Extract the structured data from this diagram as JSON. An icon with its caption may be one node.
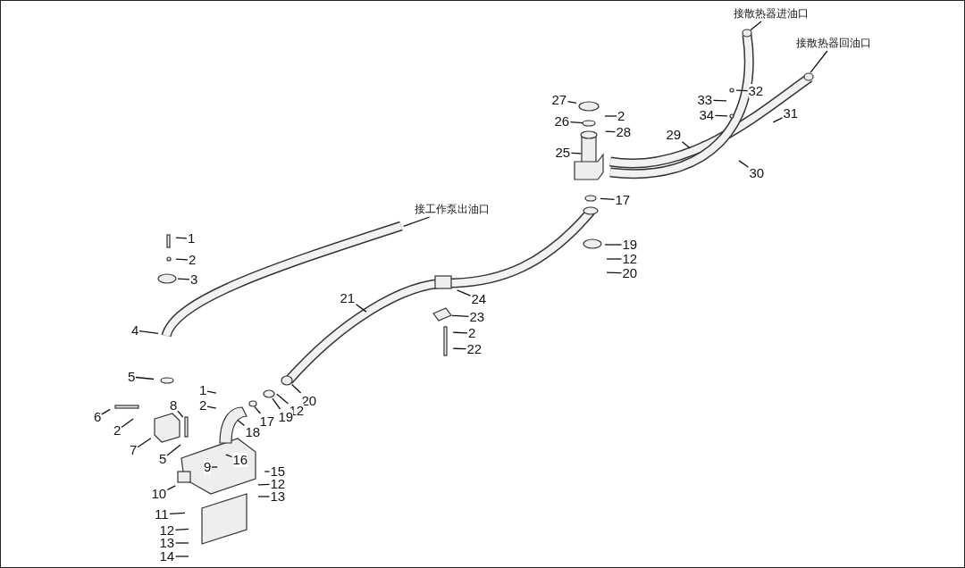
{
  "diagram": {
    "nodes": [
      {
        "text": [
          "接散热器进油口"
        ]
      },
      {
        "text": [
          "接散热器回油口"
        ]
      },
      {
        "text": [
          "32"
        ]
      },
      {
        "text": [
          "27"
        ]
      },
      {
        "text": [
          "33"
        ]
      },
      {
        "text": [
          "2"
        ]
      },
      {
        "text": [
          "26"
        ]
      },
      {
        "text": [
          "34"
        ]
      },
      {
        "text": [
          "31"
        ]
      },
      {
        "text": [
          "28"
        ]
      },
      {
        "text": [
          "29"
        ]
      },
      {
        "text": [
          "25"
        ]
      },
      {
        "text": [
          "30"
        ]
      },
      {
        "text": [
          "17"
        ]
      },
      {
        "text": [
          "接工作泵出油口"
        ]
      },
      {
        "text": [
          "1"
        ]
      },
      {
        "text": [
          "19"
        ]
      },
      {
        "text": [
          "2"
        ]
      },
      {
        "text": [
          "12"
        ]
      },
      {
        "text": [
          "20"
        ]
      },
      {
        "text": [
          "3"
        ]
      },
      {
        "text": [
          "24"
        ]
      },
      {
        "text": [
          "21"
        ]
      },
      {
        "text": [
          "23"
        ]
      },
      {
        "text": [
          "4"
        ]
      },
      {
        "text": [
          "2"
        ]
      },
      {
        "text": [
          "22"
        ]
      },
      {
        "text": [
          "5"
        ]
      },
      {
        "text": [
          "8"
        ]
      },
      {
        "text": [
          "1"
        ]
      },
      {
        "text": [
          "20"
        ]
      },
      {
        "text": [
          "2"
        ]
      },
      {
        "text": [
          "12"
        ]
      },
      {
        "text": [
          "6"
        ]
      },
      {
        "text": [
          "17"
        ]
      },
      {
        "text": [
          "19"
        ]
      },
      {
        "text": [
          "2"
        ]
      },
      {
        "text": [
          "18"
        ]
      },
      {
        "text": [
          "7"
        ]
      },
      {
        "text": [
          "5"
        ]
      },
      {
        "text": [
          "16"
        ]
      },
      {
        "text": [
          "9"
        ]
      },
      {
        "text": [
          "15"
        ]
      },
      {
        "text": [
          "10"
        ]
      },
      {
        "text": [
          "12"
        ]
      },
      {
        "text": [
          "13"
        ]
      },
      {
        "text": [
          "11"
        ]
      },
      {
        "text": [
          "12"
        ]
      },
      {
        "text": [
          "13"
        ]
      },
      {
        "text": [
          "14"
        ]
      }
    ],
    "edges": [
      {
        "from": 0,
        "to": null,
        "arrow": "none"
      },
      {
        "from": 1,
        "to": null,
        "arrow": "none"
      },
      {
        "from": 2,
        "to": null,
        "arrow": "none"
      },
      {
        "from": 3,
        "to": null,
        "arrow": "none"
      },
      {
        "from": 4,
        "to": null,
        "arrow": "none"
      },
      {
        "from": 5,
        "to": null,
        "arrow": "none"
      },
      {
        "from": 6,
        "to": null,
        "arrow": "none"
      },
      {
        "from": 7,
        "to": null,
        "arrow": "none"
      },
      {
        "from": 8,
        "to": null,
        "arrow": "none"
      },
      {
        "from": 9,
        "to": null,
        "arrow": "none"
      },
      {
        "from": 10,
        "to": null,
        "arrow": "none"
      },
      {
        "from": 11,
        "to": null,
        "arrow": "none"
      },
      {
        "from": 12,
        "to": null,
        "arrow": "none"
      },
      {
        "from": 13,
        "to": null,
        "arrow": "none"
      },
      {
        "from": 14,
        "to": null,
        "arrow": "none"
      },
      {
        "from": 15,
        "to": null,
        "arrow": "none"
      },
      {
        "from": 16,
        "to": null,
        "arrow": "none"
      },
      {
        "from": 17,
        "to": null,
        "arrow": "none"
      },
      {
        "from": 18,
        "to": null,
        "arrow": "none"
      },
      {
        "from": 19,
        "to": null,
        "arrow": "none"
      },
      {
        "from": 20,
        "to": null,
        "arrow": "none"
      },
      {
        "from": 21,
        "to": null,
        "arrow": "none"
      },
      {
        "from": 22,
        "to": null,
        "arrow": "none"
      },
      {
        "from": 23,
        "to": null,
        "arrow": "none"
      },
      {
        "from": 24,
        "to": null,
        "arrow": "none"
      },
      {
        "from": 25,
        "to": null,
        "arrow": "none"
      },
      {
        "from": 26,
        "to": null,
        "arrow": "none"
      },
      {
        "from": 27,
        "to": null,
        "arrow": "none"
      },
      {
        "from": 28,
        "to": null,
        "arrow": "none"
      },
      {
        "from": 29,
        "to": null,
        "arrow": "none"
      },
      {
        "from": 30,
        "to": null,
        "arrow": "none"
      },
      {
        "from": 31,
        "to": null,
        "arrow": "none"
      },
      {
        "from": 32,
        "to": null,
        "arrow": "none"
      },
      {
        "from": 33,
        "to": null,
        "arrow": "none"
      },
      {
        "from": 34,
        "to": null,
        "arrow": "none"
      },
      {
        "from": 35,
        "to": null,
        "arrow": "none"
      },
      {
        "from": 36,
        "to": null,
        "arrow": "none"
      },
      {
        "from": 37,
        "to": null,
        "arrow": "none"
      },
      {
        "from": 38,
        "to": null,
        "arrow": "none"
      },
      {
        "from": 39,
        "to": null,
        "arrow": "none"
      },
      {
        "from": 40,
        "to": null,
        "arrow": "none"
      },
      {
        "from": 41,
        "to": null,
        "arrow": "none"
      },
      {
        "from": 42,
        "to": null,
        "arrow": "none"
      },
      {
        "from": 43,
        "to": null,
        "arrow": "none"
      },
      {
        "from": 44,
        "to": null,
        "arrow": "none"
      },
      {
        "from": 45,
        "to": null,
        "arrow": "none"
      },
      {
        "from": 46,
        "to": null,
        "arrow": "none"
      },
      {
        "from": 47,
        "to": null,
        "arrow": "none"
      },
      {
        "from": 48,
        "to": null,
        "arrow": "none"
      },
      {
        "from": 49,
        "to": null,
        "arrow": "none"
      }
    ]
  }
}
